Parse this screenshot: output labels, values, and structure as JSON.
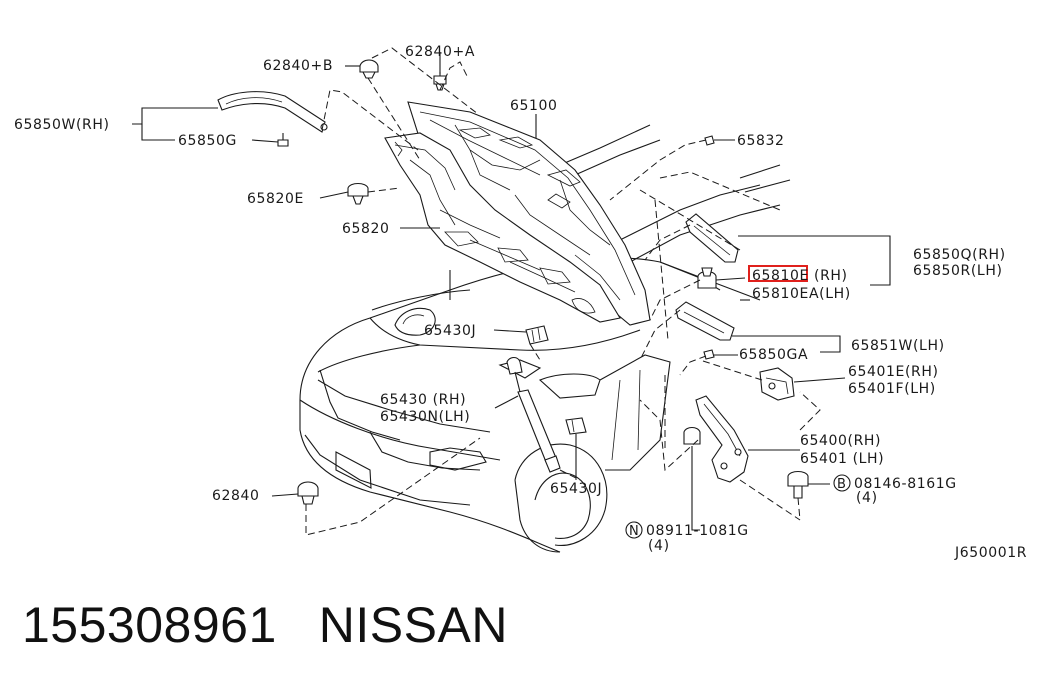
{
  "labels": {
    "l62840B": "62840+B",
    "l62840A": "62840+A",
    "l65850W": "65850W(RH)",
    "l65850G": "65850G",
    "l65100": "65100",
    "l65832": "65832",
    "l65820E": "65820E",
    "l65820": "65820",
    "l65850Q": "65850Q(RH)",
    "l65850R": "65850R(LH)",
    "l65810E": "65810E (RH)",
    "l65810EA": "65810EA(LH)",
    "l65430J_top": "65430J",
    "l65851W": "65851W(LH)",
    "l65850GA": "65850GA",
    "l65401E": "65401E(RH)",
    "l65401F": "65401F(LH)",
    "l65430": "65430 (RH)",
    "l65430N": "65430N(LH)",
    "l65400": "65400(RH)",
    "l65401": "65401 (LH)",
    "l62840": "62840",
    "l65430J_bot": "65430J",
    "l08146": "08146-8161G",
    "l08146qty": "(4)",
    "l08146mark": "B",
    "l08911": "08911-1081G",
    "l08911qty": "(4)",
    "l08911mark": "N",
    "ref": "J650001R"
  },
  "highlight_color": "#e0201c",
  "caption": {
    "part_number": "155308961",
    "brand": "NISSAN"
  }
}
